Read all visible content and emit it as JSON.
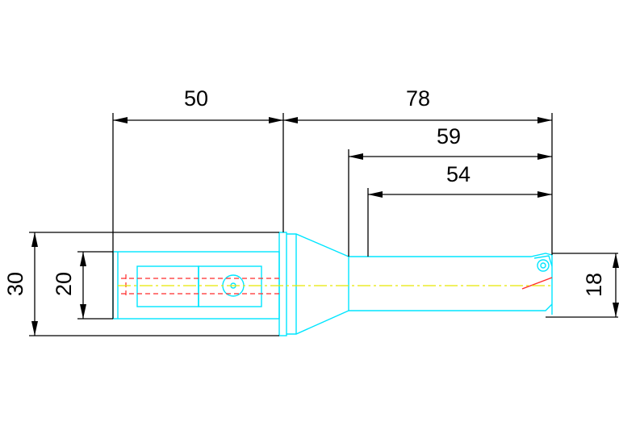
{
  "drawing": {
    "dimensions": {
      "shank_length": "50",
      "overall_length": "78",
      "body_length": "59",
      "drill_depth": "54",
      "flange_diameter": "30",
      "shank_diameter": "20",
      "drill_diameter": "18"
    },
    "colors": {
      "background": "#ffffff",
      "outline": "#00e5ff",
      "hidden_lines": "#ff2a2a",
      "center_line": "#e6e600",
      "dimension_lines": "#000000"
    }
  }
}
